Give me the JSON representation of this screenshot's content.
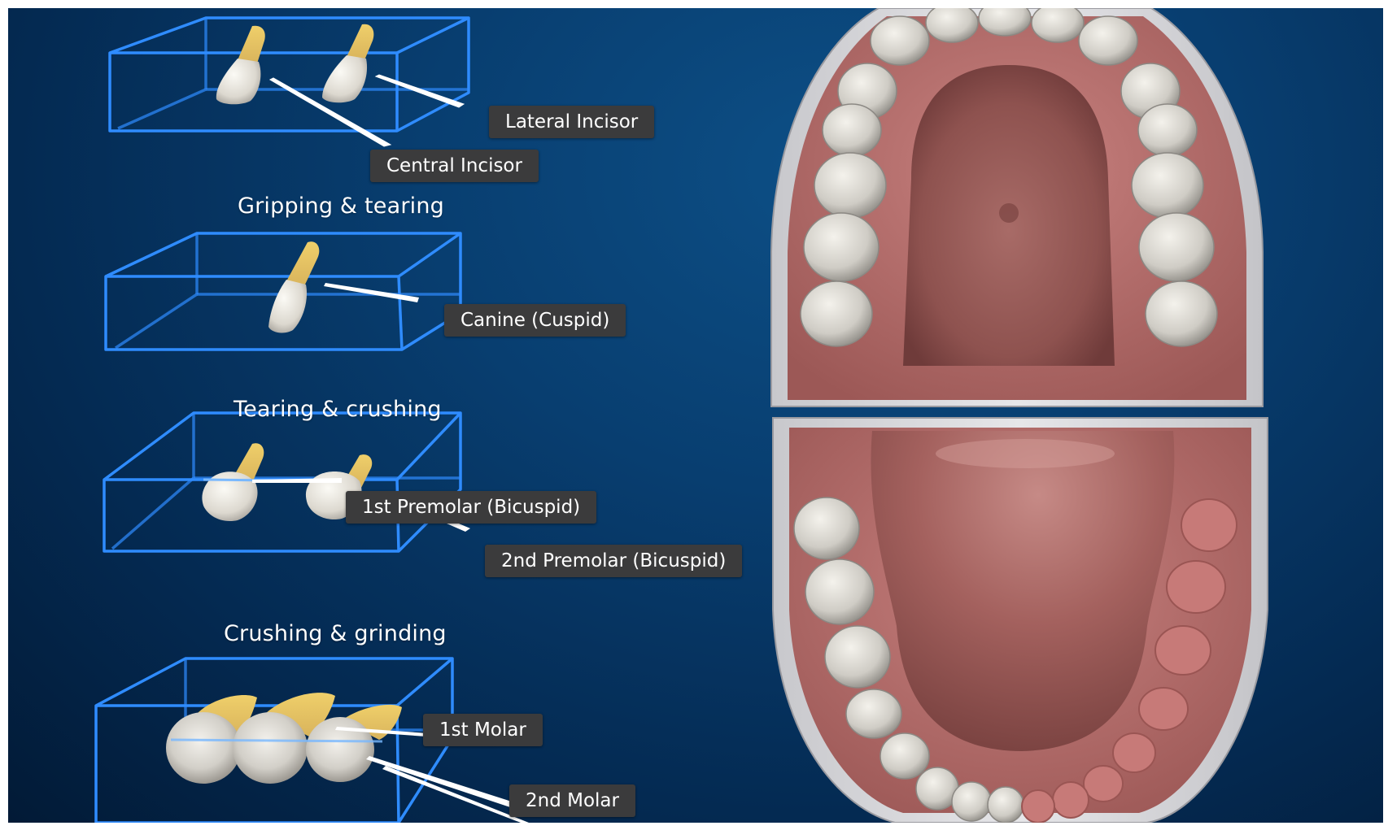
{
  "captions": {
    "group1": "Gripping & tearing",
    "group2": "Tearing & crushing",
    "group3": "Crushing & grinding"
  },
  "labels": {
    "lateral_incisor": "Lateral Incisor",
    "central_incisor": "Central Incisor",
    "canine": "Canine (Cuspid)",
    "first_premolar": "1st Premolar (Bicuspid)",
    "second_premolar": "2nd Premolar (Bicuspid)",
    "first_molar": "1st Molar",
    "second_molar": "2nd Molar"
  },
  "colors": {
    "background_top": "#0d4f86",
    "background_bottom": "#021a36",
    "box_outline": "#2f8cff",
    "label_bg": "#3b3b3c",
    "gum": "#b06a6a",
    "tooth": "#e8e4da",
    "root": "#e6c266",
    "tray": "#d9d9dc"
  }
}
